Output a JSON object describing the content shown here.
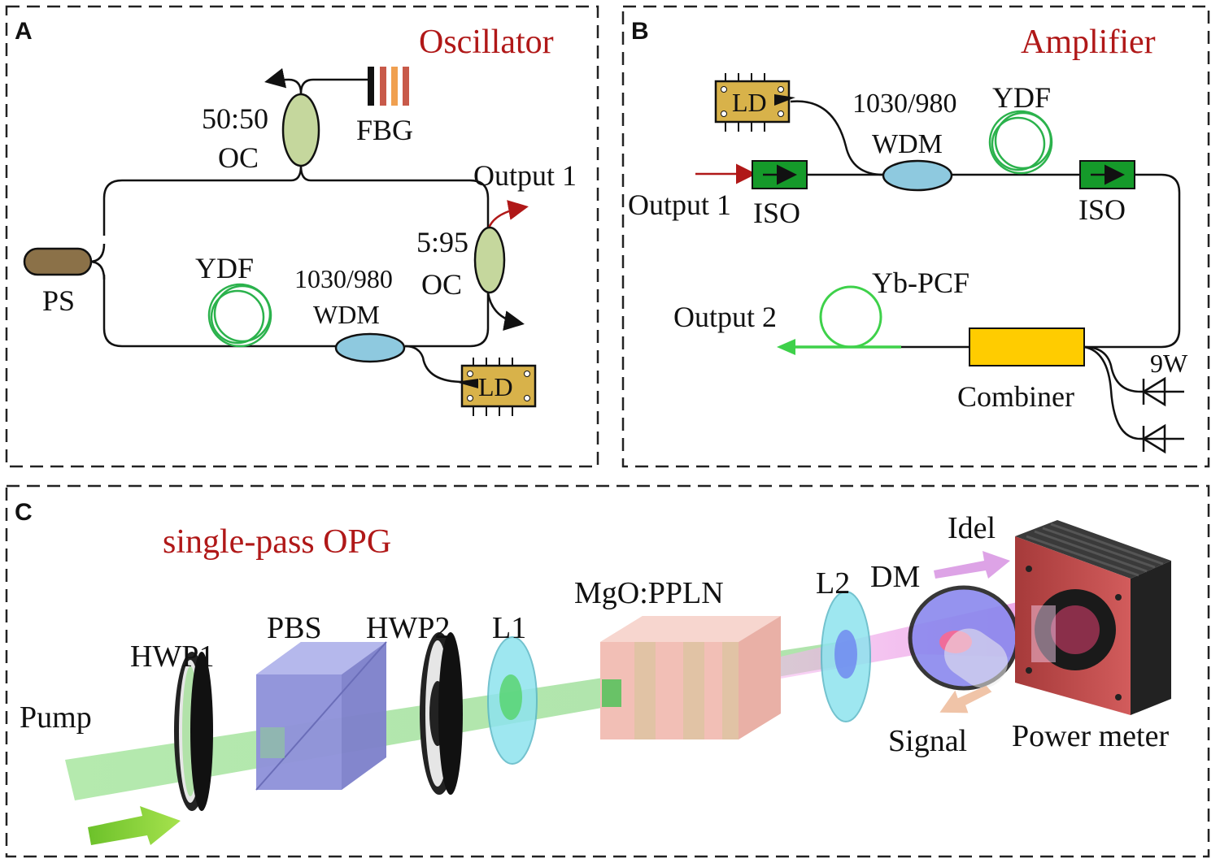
{
  "panels": {
    "a": {
      "letter": "A",
      "title": "Oscillator",
      "labels": {
        "coupler_ratio": "50:50",
        "coupler_oc": "OC",
        "fbg": "FBG",
        "output1": "Output 1",
        "oc2_ratio": "5:95",
        "oc2": "OC",
        "ps": "PS",
        "ydf": "YDF",
        "wdm_ratio": "1030/980",
        "wdm": "WDM",
        "ld": "LD"
      }
    },
    "b": {
      "letter": "B",
      "title": "Amplifier",
      "labels": {
        "ld": "LD",
        "wdm_ratio": "1030/980",
        "wdm": "WDM",
        "ydf": "YDF",
        "output1": "Output 1",
        "iso1": "ISO",
        "iso2": "ISO",
        "ybpcf": "Yb-PCF",
        "output2": "Output 2",
        "combiner": "Combiner",
        "power": "9W"
      }
    },
    "c": {
      "letter": "C",
      "title": "single-pass OPG",
      "labels": {
        "pump": "Pump",
        "hwp1": "HWP1",
        "pbs": "PBS",
        "hwp2": "HWP2",
        "l1": "L1",
        "crystal": "MgO:PPLN",
        "l2": "L2",
        "dm": "DM",
        "idel": "Idel",
        "signal": "Signal",
        "power_meter": "Power meter"
      }
    }
  },
  "colors": {
    "title_red": "#b01818",
    "coupler_green": "#c5d79d",
    "wdm_blue": "#8ec9df",
    "fiber_green": "#2bb24c",
    "iso_green": "#159a2a",
    "combiner_yellow": "#ffcc00",
    "ld_gold": "#d8b24a",
    "pump_beam": "#9be08f"
  }
}
